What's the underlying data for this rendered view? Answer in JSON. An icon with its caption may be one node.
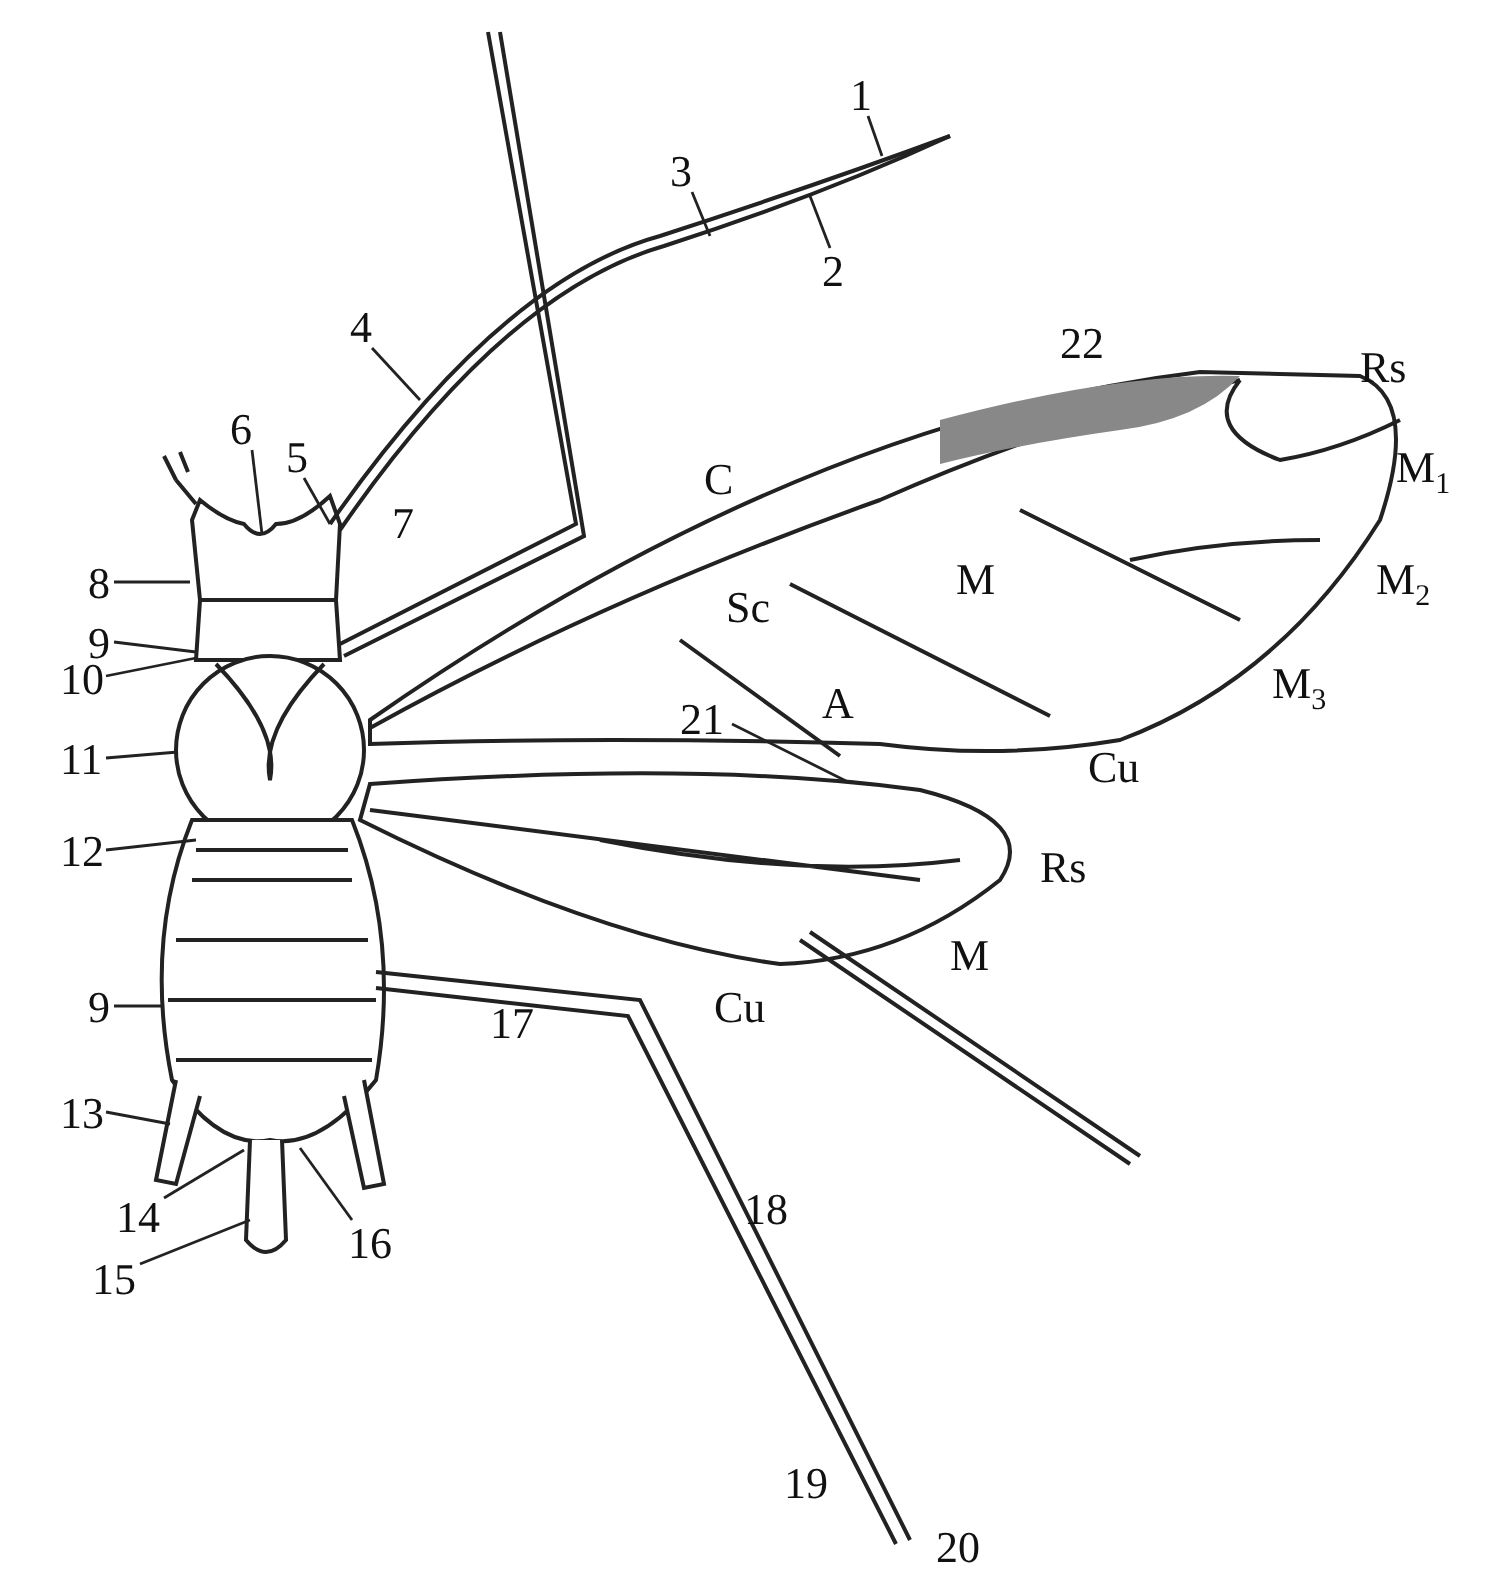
{
  "diagram": {
    "nodes": [
      {
        "text": [
          "1"
        ]
      },
      {
        "text": [
          "2"
        ]
      },
      {
        "text": [
          "3"
        ]
      },
      {
        "text": [
          "4"
        ]
      },
      {
        "text": [
          "5"
        ]
      },
      {
        "text": [
          "6"
        ]
      },
      {
        "text": [
          "8"
        ]
      },
      {
        "text": [
          "9"
        ]
      },
      {
        "text": [
          "10"
        ]
      },
      {
        "text": [
          "11"
        ]
      },
      {
        "text": [
          "12"
        ]
      },
      {
        "text": [
          "9"
        ]
      },
      {
        "text": [
          "13"
        ]
      },
      {
        "text": [
          "14"
        ]
      },
      {
        "text": [
          "15"
        ]
      },
      {
        "text": [
          "16"
        ]
      },
      {
        "text": [
          "21"
        ]
      }
    ],
    "edges": [
      {
        "from": 0,
        "to": null,
        "arrow": "none"
      },
      {
        "from": 1,
        "to": null,
        "arrow": "none"
      },
      {
        "from": 2,
        "to": null,
        "arrow": "none"
      },
      {
        "from": 3,
        "to": null,
        "arrow": "none"
      },
      {
        "from": 4,
        "to": null,
        "arrow": "none"
      },
      {
        "from": 5,
        "to": null,
        "arrow": "none"
      },
      {
        "from": 6,
        "to": null,
        "arrow": "none"
      },
      {
        "from": 7,
        "to": null,
        "arrow": "none"
      },
      {
        "from": 8,
        "to": null,
        "arrow": "none"
      },
      {
        "from": 9,
        "to": null,
        "arrow": "none"
      },
      {
        "from": 10,
        "to": null,
        "arrow": "none"
      },
      {
        "from": 11,
        "to": null,
        "arrow": "none"
      },
      {
        "from": 12,
        "to": null,
        "arrow": "none"
      },
      {
        "from": 13,
        "to": null,
        "arrow": "none"
      },
      {
        "from": 14,
        "to": null,
        "arrow": "none"
      },
      {
        "from": 15,
        "to": null,
        "arrow": "none"
      },
      {
        "from": 16,
        "to": null,
        "arrow": "none"
      }
    ],
    "labels": [
      "22",
      "Rs",
      "C",
      "M$_{1}$",
      "7",
      "M",
      "M$_{2}$",
      "Sc",
      "M$_{3}$",
      "A",
      "Cu",
      "Rs",
      "M",
      "Cu",
      "17",
      "18",
      "19",
      "20"
    ]
  }
}
